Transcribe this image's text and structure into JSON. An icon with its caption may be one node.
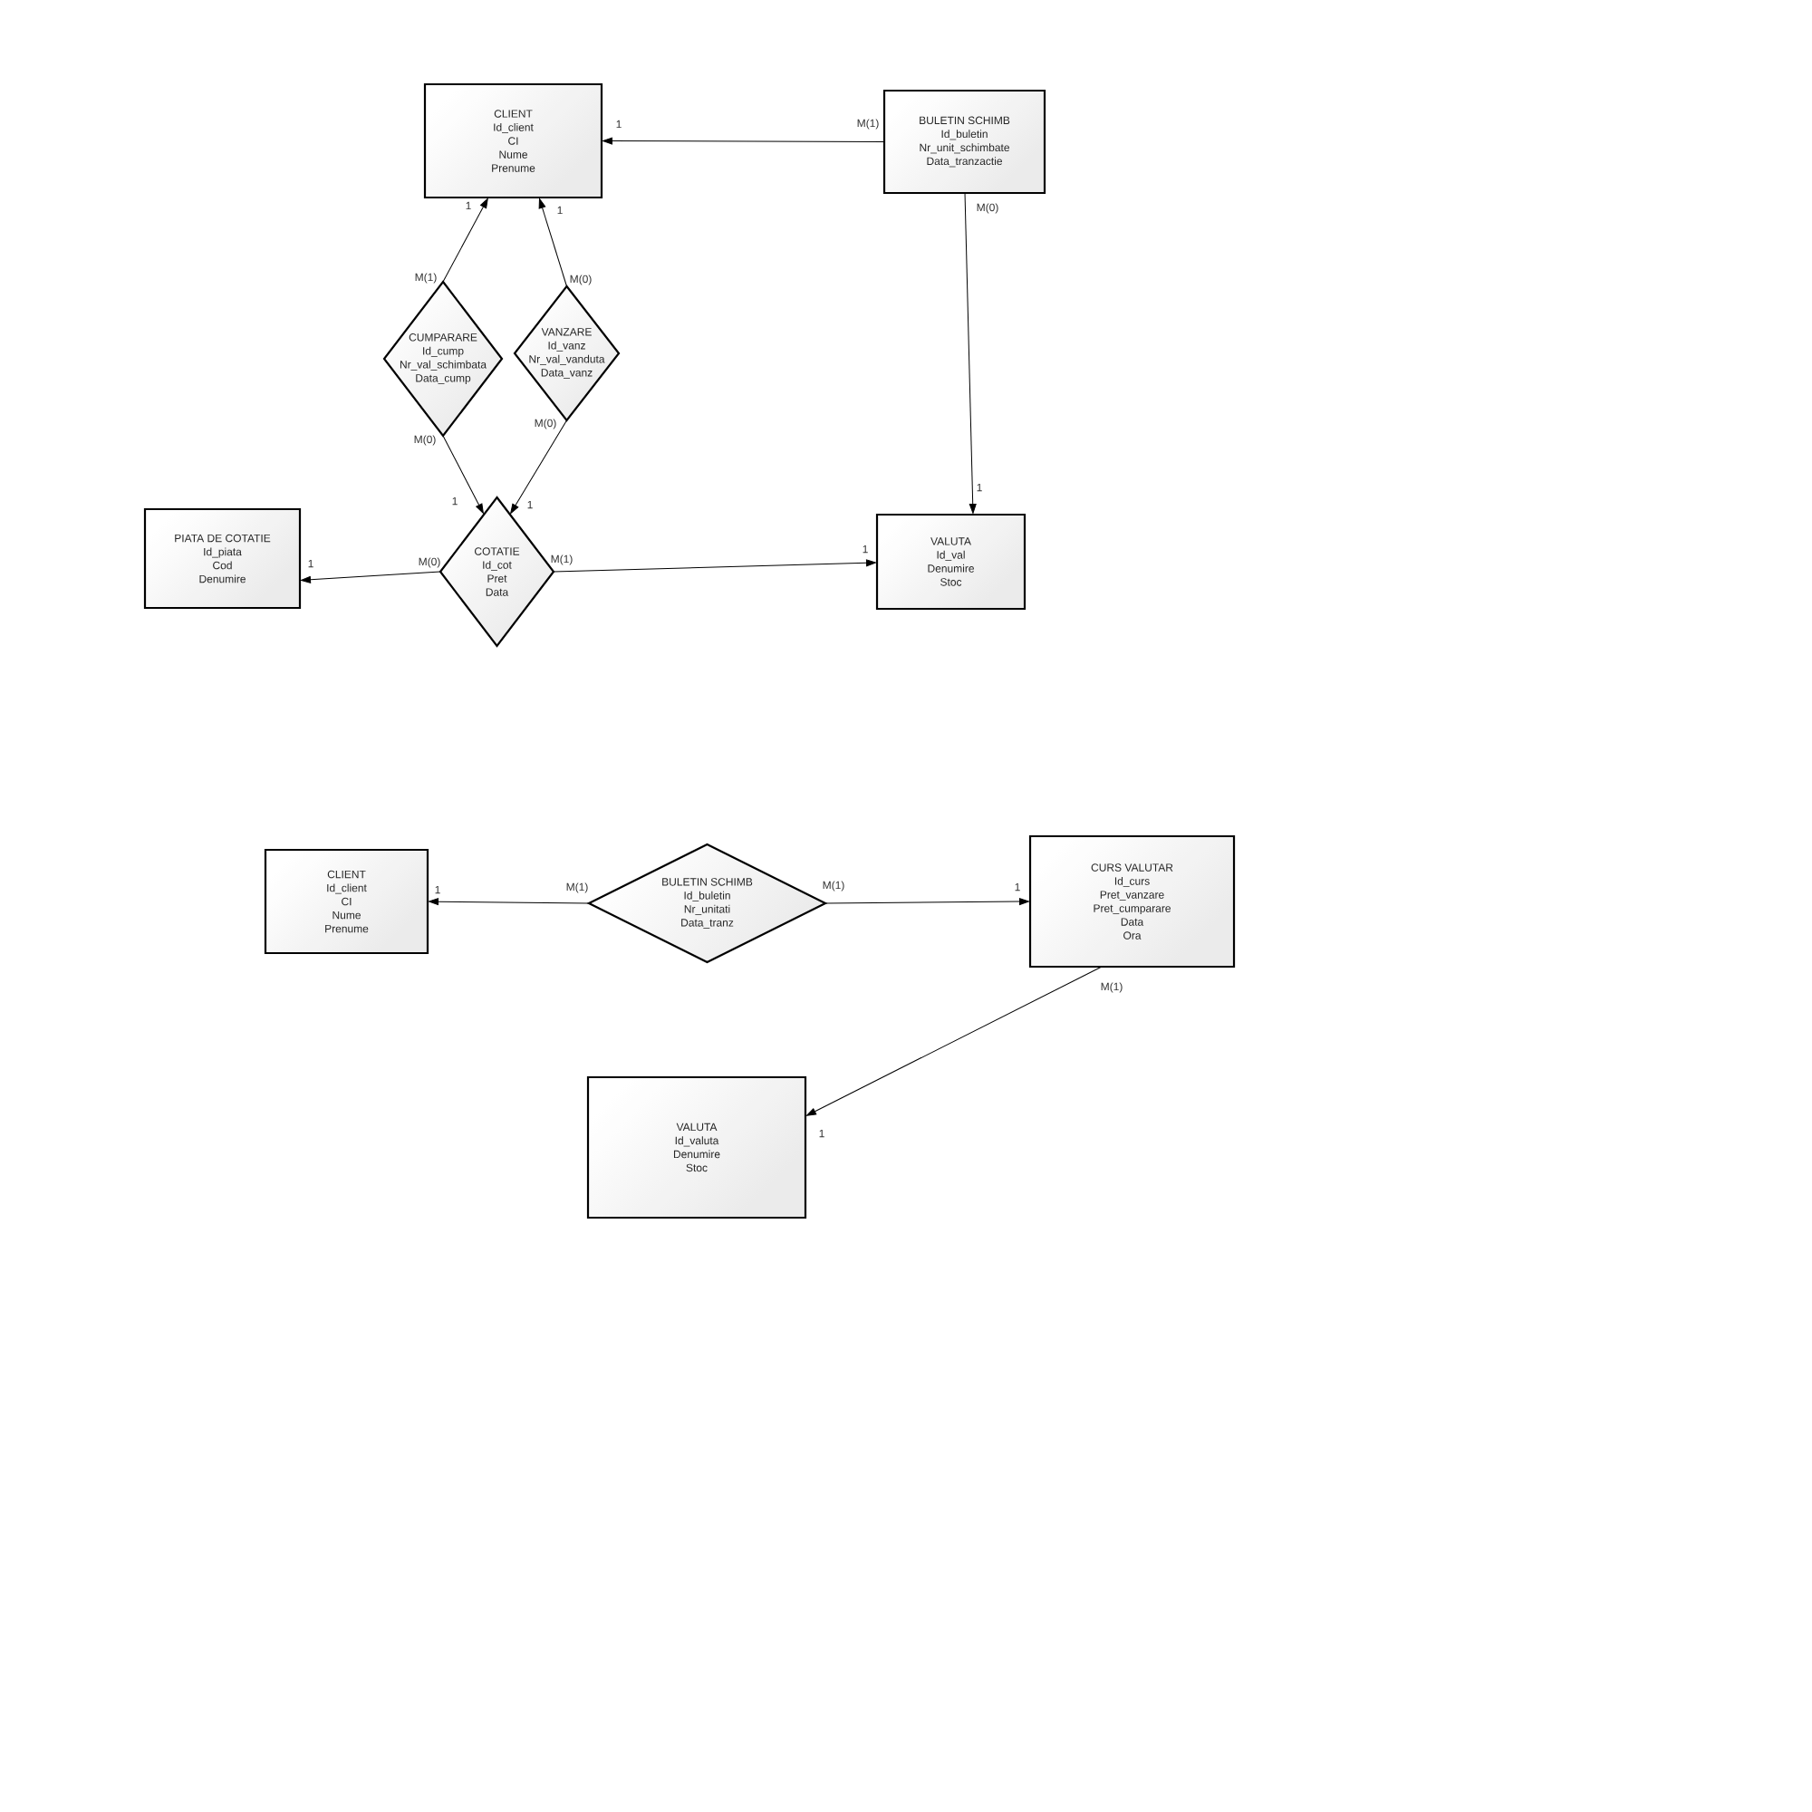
{
  "diagram": {
    "nodes": [
      {
        "text": [
          "CLIENT",
          "Id_client",
          "CI",
          "Nume",
          "Prenume"
        ]
      },
      {
        "text": [
          "BULETIN SCHIMB",
          "Id_buletin",
          "Nr_unit_schimbate",
          "Data_tranzactie"
        ]
      },
      {
        "text": [
          "CUMPARARE",
          "Id_cump",
          "Nr_val_schimbata",
          "Data_cump"
        ]
      },
      {
        "text": [
          "VANZARE",
          "Id_vanz",
          "Nr_val_vanduta",
          "Data_vanz"
        ]
      },
      {
        "text": [
          "PIATA DE COTATIE",
          "Id_piata",
          "Cod",
          "Denumire"
        ]
      },
      {
        "text": [
          "COTATIE",
          "Id_cot",
          "Pret",
          "Data"
        ]
      },
      {
        "text": [
          "VALUTA",
          "Id_val",
          "Denumire",
          "Stoc"
        ]
      },
      {
        "text": [
          "CLIENT",
          "Id_client",
          "CI",
          "Nume",
          "Prenume"
        ]
      },
      {
        "text": [
          "BULETIN SCHIMB",
          "Id_buletin",
          "Nr_unitati",
          "Data_tranz"
        ]
      },
      {
        "text": [
          "CURS VALUTAR",
          "Id_curs",
          "Pret_vanzare",
          "Pret_cumparare",
          "Data",
          "Ora"
        ]
      },
      {
        "text": [
          "VALUTA",
          "Id_valuta",
          "Denumire",
          "Stoc"
        ]
      }
    ],
    "edges": [
      {
        "from": 1,
        "to": 0,
        "arrow": "to"
      },
      {
        "from": 2,
        "to": 0,
        "arrow": "to"
      },
      {
        "from": 3,
        "to": 0,
        "arrow": "to"
      },
      {
        "from": 1,
        "to": 6,
        "arrow": "to"
      },
      {
        "from": 2,
        "to": 5,
        "arrow": "to"
      },
      {
        "from": 3,
        "to": 5,
        "arrow": "to"
      },
      {
        "from": 5,
        "to": 4,
        "arrow": "to"
      },
      {
        "from": 5,
        "to": 6,
        "arrow": "to"
      },
      {
        "from": 8,
        "to": 7,
        "arrow": "to"
      },
      {
        "from": 8,
        "to": 9,
        "arrow": "to"
      },
      {
        "from": 9,
        "to": 10,
        "arrow": "to"
      }
    ],
    "labels": [
      "1",
      "M(1)",
      "1",
      "1",
      "M(0)",
      "M(1)",
      "M(0)",
      "M(0)",
      "M(0)",
      "1",
      "1",
      "1",
      "1",
      "M(0)",
      "M(1)",
      "1",
      "1",
      "M(1)",
      "M(1)",
      "1",
      "M(1)",
      "1"
    ]
  }
}
